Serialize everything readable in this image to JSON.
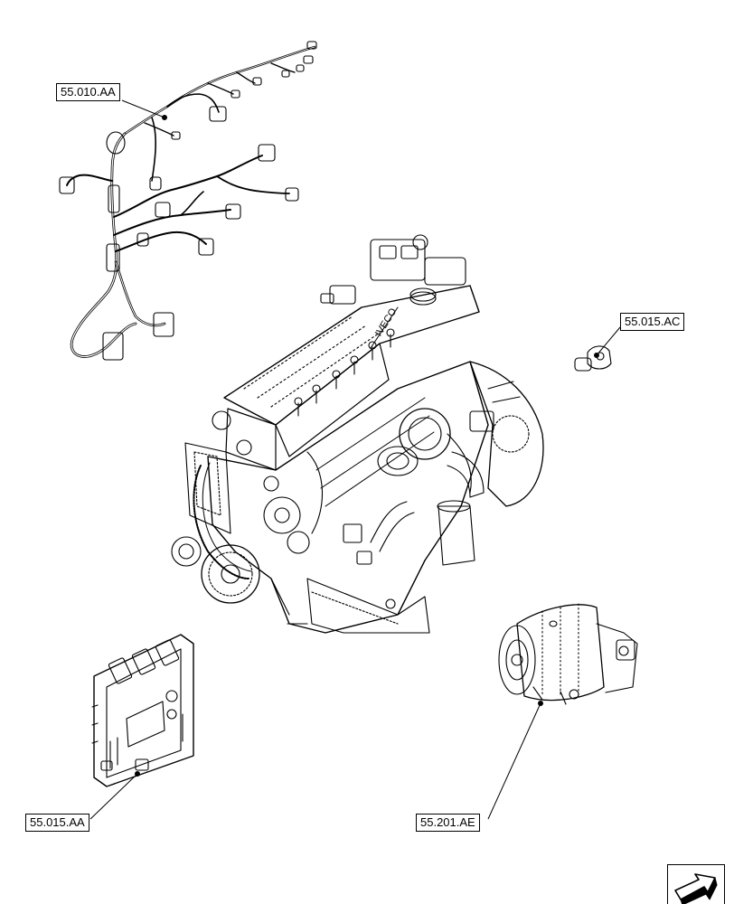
{
  "diagram": {
    "callouts": [
      {
        "id": "harness",
        "label": "55.010.AA"
      },
      {
        "id": "sensor",
        "label": "55.015.AC"
      },
      {
        "id": "ecu",
        "label": "55.015.AA"
      },
      {
        "id": "starter",
        "label": "55.201.AE"
      }
    ],
    "icons": {
      "navigation": "next-page-arrow-icon"
    },
    "colors": {
      "line": "#000000",
      "background": "#ffffff"
    }
  }
}
